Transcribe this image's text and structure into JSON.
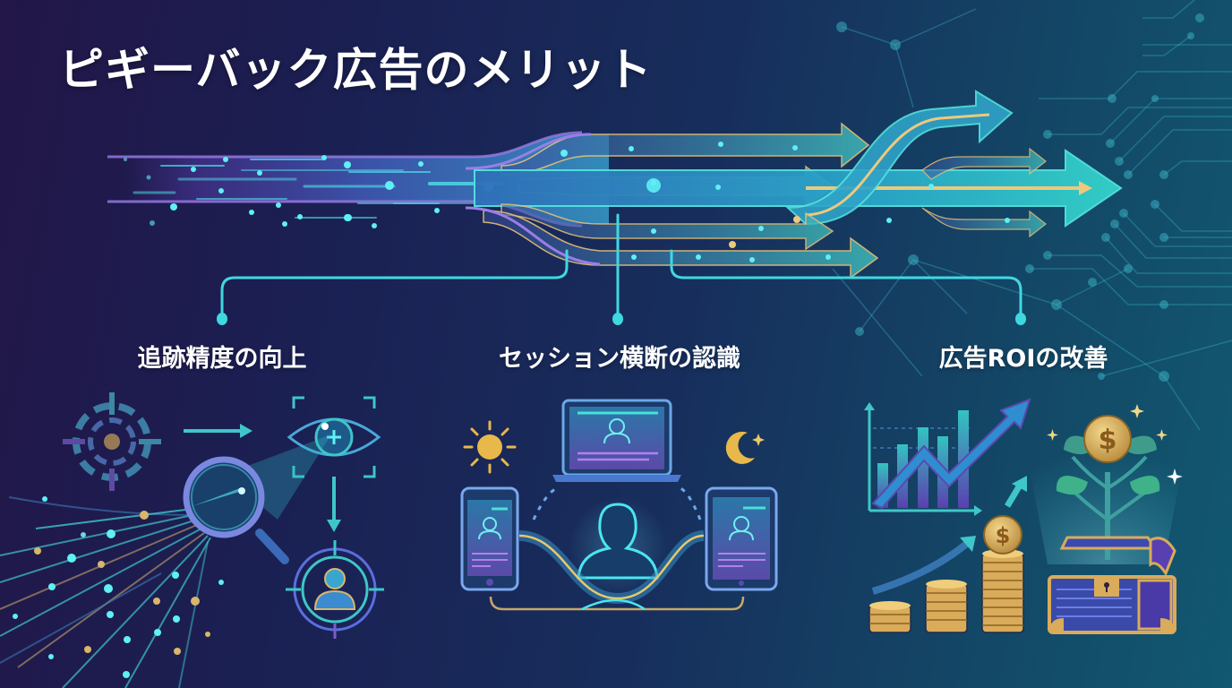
{
  "title": "ピギーバック広告のメリット",
  "colors": {
    "background_left": "#231648",
    "background_right": "#115870",
    "cyan": "#3fd8e0",
    "purple": "#8c6ee0",
    "gold": "#e6c277",
    "teal_arrow": "#2fc9c4",
    "title_text": "#ffffff"
  },
  "benefits": [
    {
      "label": "追跡精度の向上",
      "icons": [
        "blurred-target-icon",
        "arrow-right-icon",
        "eye-focus-icon",
        "magnifier-icon",
        "arrow-down-icon",
        "user-target-icon",
        "data-stream-icon"
      ]
    },
    {
      "label": "セッション横断の認識",
      "icons": [
        "sun-icon",
        "laptop-icon",
        "moon-icon",
        "smartphone-icon",
        "user-silhouette-icon",
        "tablet-icon",
        "connection-path-icon"
      ]
    },
    {
      "label": "広告ROIの改善",
      "icons": [
        "growth-chart-icon",
        "trend-arrow-icon",
        "coin-stack-icon",
        "dollar-coin-icon",
        "money-plant-icon",
        "treasure-chest-icon"
      ]
    }
  ]
}
